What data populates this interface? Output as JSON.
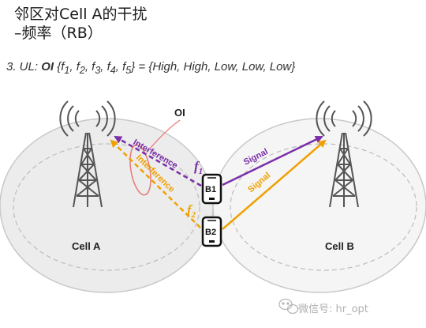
{
  "title_line1": "邻区对Cell A的干扰",
  "title_line2": "–频率（RB）",
  "formula": {
    "prefix": "3. UL: ",
    "oi": "OI",
    "set_open": " {",
    "f1": "f",
    "f1_sub": "1",
    "f2": "f",
    "f2_sub": "2",
    "f3": "f",
    "f3_sub": "3",
    "f4": "f",
    "f4_sub": "4",
    "f5": "f",
    "f5_sub": "5",
    "eq": "} = {High, High, Low, Low, Low}"
  },
  "diagram": {
    "oi_label": "OI",
    "interference1": "Interference",
    "interference2": "Interference",
    "f1_label": "f",
    "f1_sub": "1",
    "f2_label": "f",
    "f2_sub": "2",
    "signal1": "Signal",
    "signal2": "Signal",
    "b1": "B1",
    "b2": "B2",
    "cell_a": "Cell A",
    "cell_b": "Cell B"
  },
  "colors": {
    "purple": "#7b2fa8",
    "orange": "#f0a000",
    "cell_fill": "#ececec",
    "cell_stroke": "#c8c8c8",
    "oi_ellipse": "#e87878"
  },
  "watermark": "微信号: hr_opt",
  "icons": [
    "tower-a-icon",
    "tower-b-icon",
    "phone-b1-icon",
    "phone-b2-icon",
    "wechat-icon"
  ]
}
